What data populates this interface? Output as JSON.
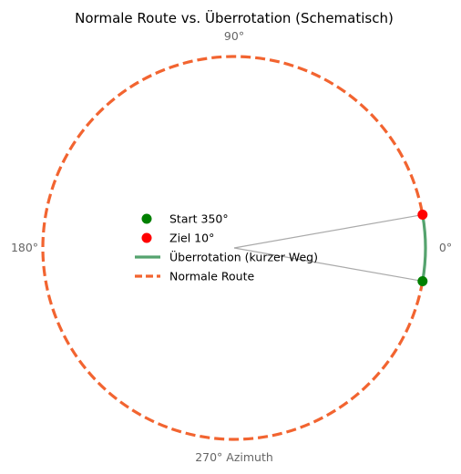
{
  "chart_data": {
    "type": "polar",
    "title": "Normale Route vs. Überrotation (Schematisch)",
    "axis_labels": [
      {
        "angle_deg": 0,
        "text": "0°"
      },
      {
        "angle_deg": 90,
        "text": "90°"
      },
      {
        "angle_deg": 180,
        "text": "180°"
      },
      {
        "angle_deg": 270,
        "text": "270° Azimuth"
      }
    ],
    "grid": false,
    "legend_position": "center",
    "points": [
      {
        "name": "Start 350°",
        "angle_deg": 350,
        "color": "#008000"
      },
      {
        "name": "Ziel 10°",
        "angle_deg": 10,
        "color": "#ff0000"
      }
    ],
    "series": [
      {
        "name": "Überrotation (kurzer Weg)",
        "from_deg": 350,
        "to_deg": 370,
        "color": "#55a36e",
        "style": "solid"
      },
      {
        "name": "Normale Route",
        "from_deg": 350,
        "to_deg": 10,
        "direction": "clockwise",
        "color": "#f26430",
        "style": "dashed"
      }
    ],
    "guide_lines_color": "#aaaaaa"
  }
}
